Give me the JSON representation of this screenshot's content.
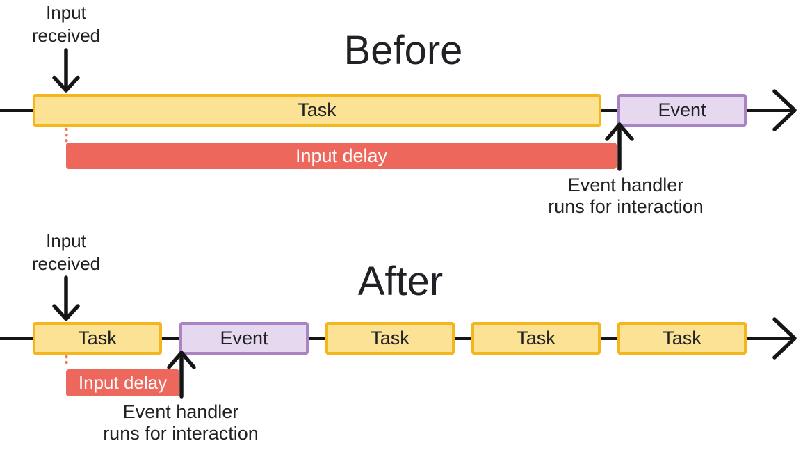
{
  "colors": {
    "background": "#FFFFFF",
    "task_fill": "#FBE295",
    "task_border": "#F4B51D",
    "event_fill": "#E6D9EF",
    "event_border": "#A884C4",
    "input_delay_fill": "#EE675C",
    "input_delay_text": "#FFFFFF",
    "dotted_line": "#EF7B6F",
    "line": "#151515",
    "text": "#202124"
  },
  "before": {
    "title": "Before",
    "input_received_lines": [
      "Input",
      "received"
    ],
    "task_label": "Task",
    "event_label": "Event",
    "input_delay_label": "Input delay",
    "event_handler_lines": [
      "Event handler",
      "runs for interaction"
    ]
  },
  "after": {
    "title": "After",
    "input_received_lines": [
      "Input",
      "received"
    ],
    "bar_sequence": [
      "Task",
      "Event",
      "Task",
      "Task",
      "Task"
    ],
    "input_delay_label": "Input delay",
    "event_handler_lines": [
      "Event handler",
      "runs for interaction"
    ]
  }
}
